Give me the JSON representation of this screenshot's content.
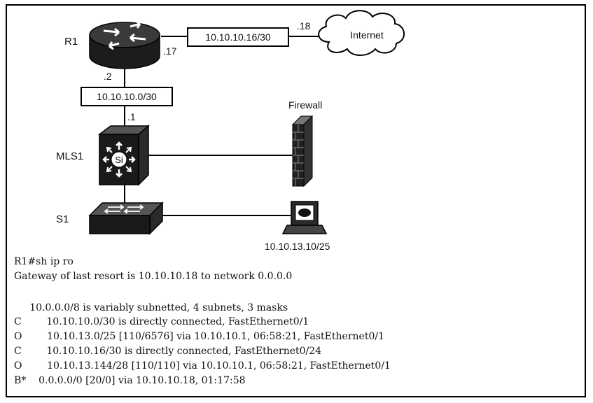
{
  "diagram": {
    "router_label": "R1",
    "mls_label": "MLS1",
    "switch_label": "S1",
    "firewall_label": "Firewall",
    "internet_label": "Internet",
    "router_switch_icon_text": "Si",
    "link_r1_internet": "10.10.10.16/30",
    "link_r1_mls": "10.10.10.0/30",
    "host_ip": "10.10.13.10/25",
    "ip_r1_internet": ".17",
    "ip_internet": ".18",
    "ip_r1_mls": ".2",
    "ip_mls_r1": ".1"
  },
  "cli": {
    "prompt_line": "R1#sh ip ro",
    "gateway_line": "Gateway of last resort is 10.10.10.18 to network 0.0.0.0",
    "summary_line": "     10.0.0.0/8 is variably subnetted, 4 subnets, 3 masks",
    "routes": [
      "C        10.10.10.0/30 is directly connected, FastEthernet0/1",
      "O        10.10.13.0/25 [110/6576] via 10.10.10.1, 06:58:21, FastEthernet0/1",
      "C        10.10.10.16/30 is directly connected, FastEthernet0/24",
      "O        10.10.13.144/28 [110/110] via 10.10.10.1, 06:58:21, FastEthernet0/1",
      "B*    0.0.0.0/0 [20/0] via 10.10.10.18, 01:17:58"
    ]
  }
}
